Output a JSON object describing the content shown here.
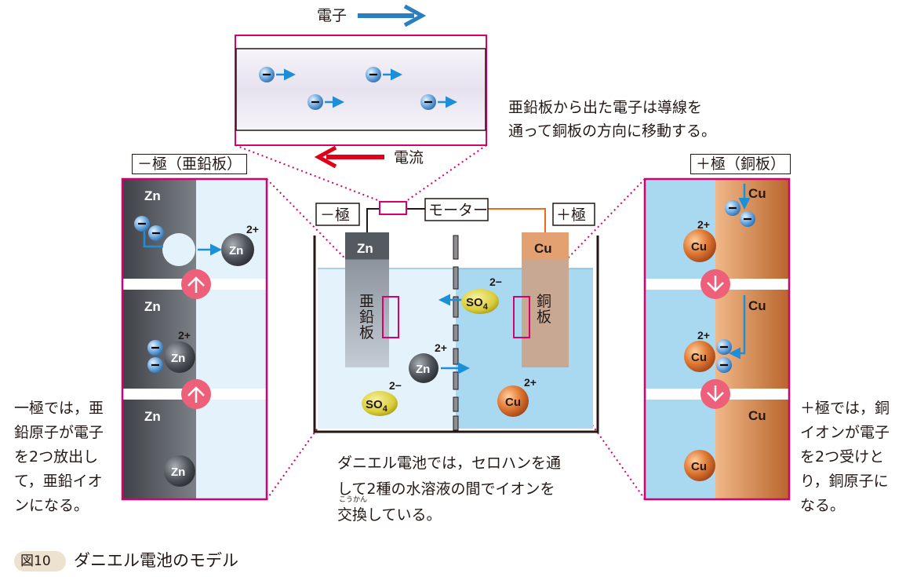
{
  "colors": {
    "magenta": "#d6006e",
    "electron_blue": "#1b8fd8",
    "current_red": "#e00018",
    "zinc_gray": "#5a5f66",
    "copper_orange": "#d07a3a",
    "solution_blue": "#a9d9f1"
  },
  "top": {
    "electron_label": "電子",
    "current_label": "電流"
  },
  "notes": {
    "electron_line1": "亜鉛板から出た電子は導線を",
    "electron_line2": "通って銅板の方向に移動する。",
    "neg_line1": "一極では，亜",
    "neg_line2": "鉛原子が電子",
    "neg_line3": "を2つ放出し",
    "neg_line4": "て，亜鉛イオ",
    "neg_line5": "ンになる。",
    "pos_line1": "＋極では，銅",
    "pos_line2": "イオンが電子",
    "pos_line3": "を2つ受けと",
    "pos_line4": "り，銅原子に",
    "pos_line5": "なる。",
    "center_line1": "ダニエル電池では，セロハンを通",
    "center_line2": "して2種の水溶液の間でイオンを",
    "center_line3_ruby": "こうかん",
    "center_line3a": "交換",
    "center_line3b": "している。"
  },
  "labels": {
    "neg_panel": "－極（亜鉛板）",
    "pos_panel": "＋極（銅板）",
    "neg_small": "－極",
    "pos_small": "＋極",
    "motor": "モーター",
    "zinc_plate": "亜鉛板",
    "copper_plate": "銅板"
  },
  "chem": {
    "zn": "Zn",
    "cu": "Cu",
    "so4": "SO",
    "so4_sub": "4",
    "charge_2plus": "2+",
    "charge_2minus": "2−",
    "electron_sign": "−"
  },
  "caption": {
    "figure_number": "図10",
    "title": "ダニエル電池のモデル"
  }
}
